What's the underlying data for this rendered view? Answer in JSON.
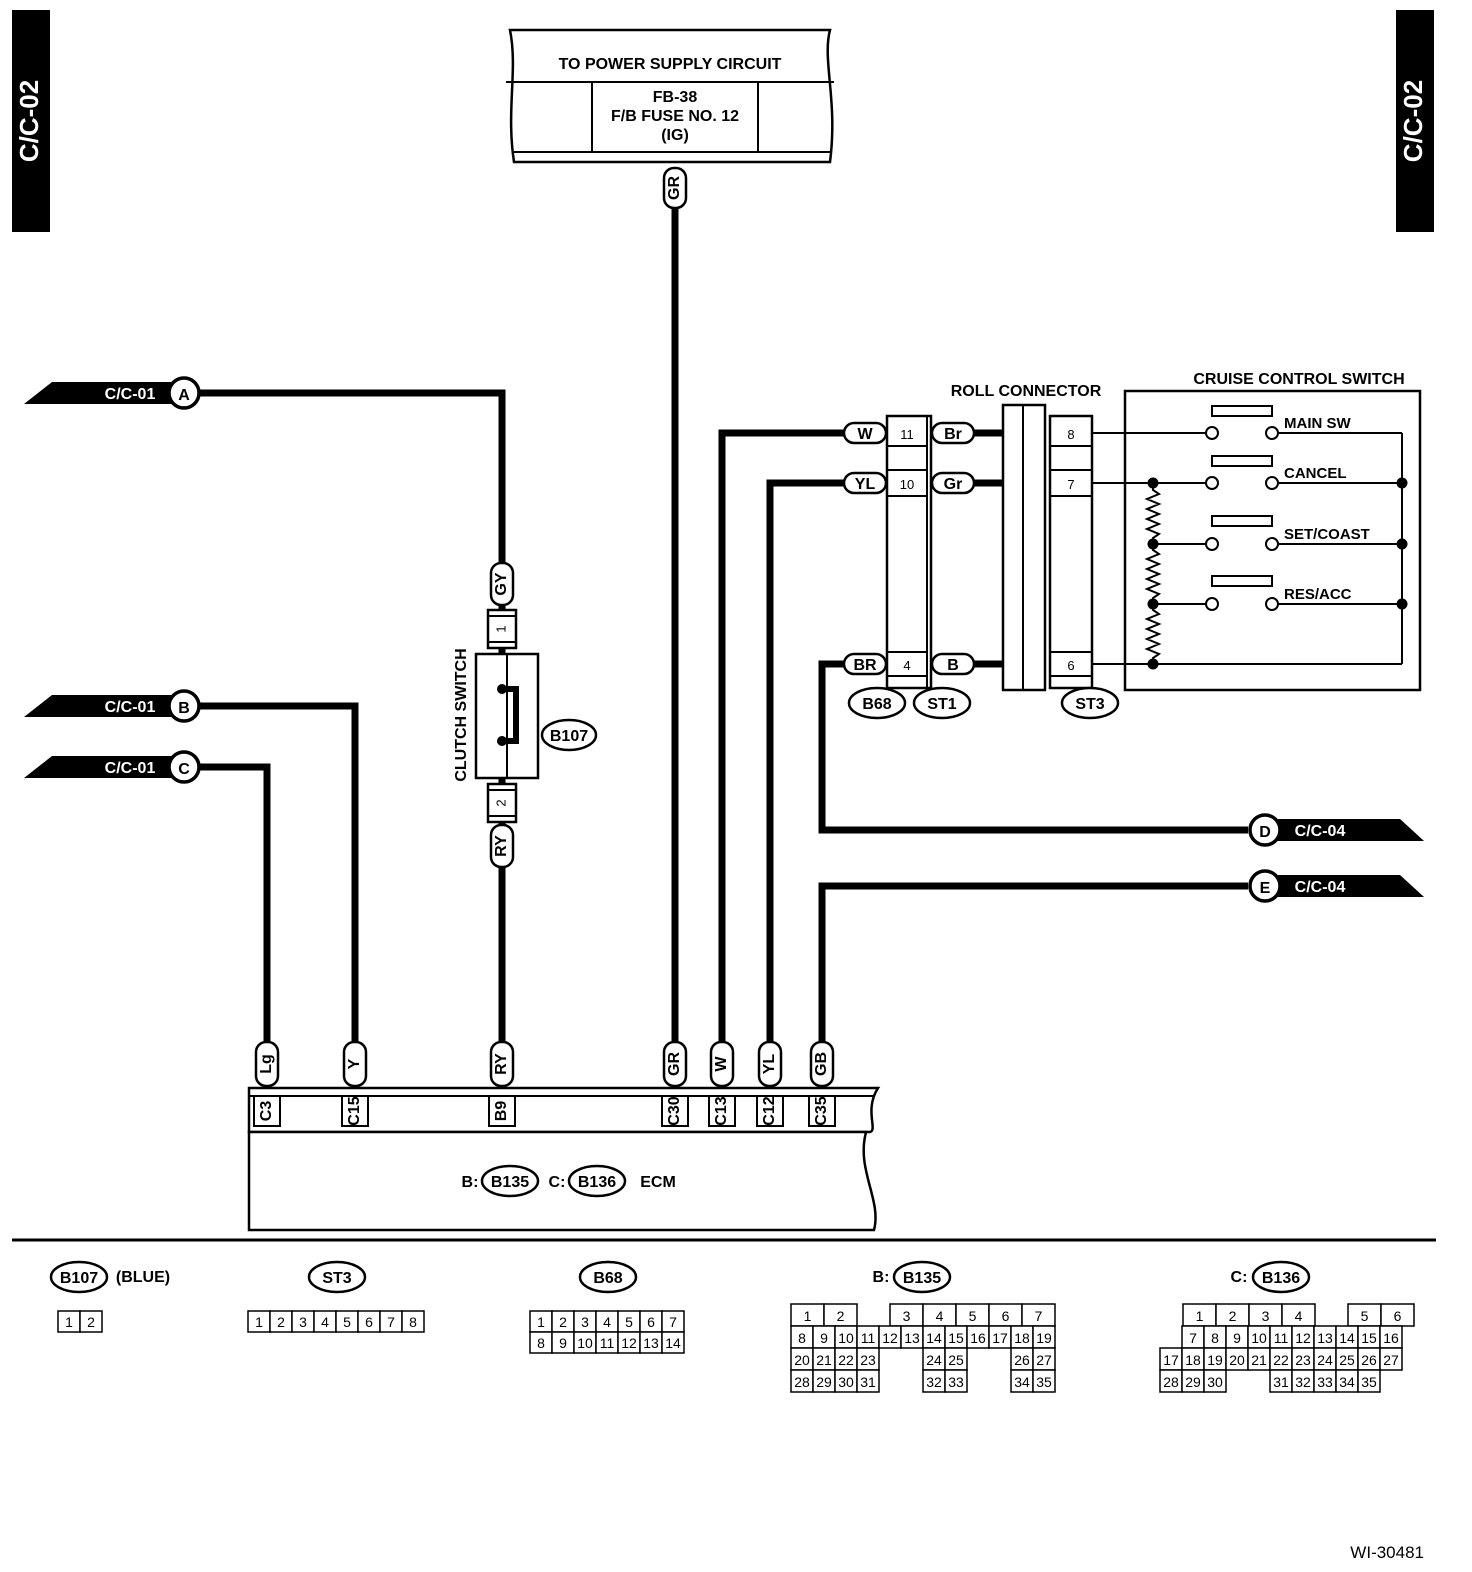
{
  "page_code_left": "C/C-02",
  "page_code_right": "C/C-02",
  "power": {
    "title": "TO POWER SUPPLY CIRCUIT",
    "line1": "FB-38",
    "line2": "F/B FUSE NO. 12",
    "line3": "(IG)",
    "wire": "GR"
  },
  "refs": {
    "A": {
      "letter": "A",
      "code": "C/C-01"
    },
    "B": {
      "letter": "B",
      "code": "C/C-01"
    },
    "C": {
      "letter": "C",
      "code": "C/C-01"
    },
    "D": {
      "letter": "D",
      "code": "C/C-04"
    },
    "E": {
      "letter": "E",
      "code": "C/C-04"
    }
  },
  "clutch": {
    "title": "CLUTCH SWITCH",
    "connector": "B107",
    "top_wire": "GY",
    "top_pin": "1",
    "bottom_pin": "2",
    "bottom_wire": "RY"
  },
  "roll": {
    "title": "ROLL CONNECTOR",
    "b68_wires": [
      "W",
      "YL",
      "BR"
    ],
    "b68_pins": [
      "11",
      "10",
      "4"
    ],
    "st1_wires": [
      "Br",
      "Gr",
      "B"
    ],
    "st3_pins": [
      "8",
      "7",
      "6"
    ],
    "conn_b68": "B68",
    "conn_st1": "ST1",
    "conn_st3": "ST3"
  },
  "cruise": {
    "title": "CRUISE CONTROL SWITCH",
    "switches": [
      "MAIN SW",
      "CANCEL",
      "SET/COAST",
      "RES/ACC"
    ]
  },
  "ecm": {
    "wires": [
      "Lg",
      "Y",
      "RY",
      "GR",
      "W",
      "YL",
      "GB"
    ],
    "pins": [
      "C3",
      "C15",
      "B9",
      "C30",
      "C13",
      "C12",
      "C35"
    ],
    "label_b": "B:",
    "conn_b": "B135",
    "label_c": "C:",
    "conn_c": "B136",
    "name": "ECM"
  },
  "legend": {
    "b107": {
      "name": "B107",
      "note": "(BLUE)",
      "pins": [
        "1",
        "2"
      ]
    },
    "st3": {
      "name": "ST3",
      "pins": [
        "1",
        "2",
        "3",
        "4",
        "5",
        "6",
        "7",
        "8"
      ]
    },
    "b68": {
      "name": "B68",
      "rows": [
        [
          "1",
          "2",
          "3",
          "4",
          "5",
          "6",
          "7"
        ],
        [
          "8",
          "9",
          "10",
          "11",
          "12",
          "13",
          "14"
        ]
      ]
    },
    "b135": {
      "prefix": "B:",
      "name": "B135",
      "rows": [
        [
          "1",
          "2",
          "",
          "3",
          "4",
          "5",
          "6",
          "7"
        ],
        [
          "8",
          "9",
          "10",
          "11",
          "12",
          "13",
          "14",
          "15",
          "16",
          "17",
          "18",
          "19"
        ],
        [
          "20",
          "21",
          "22",
          "23",
          "",
          "",
          "24",
          "25",
          "",
          "",
          "26",
          "27"
        ],
        [
          "28",
          "29",
          "30",
          "31",
          "",
          "",
          "32",
          "33",
          "",
          "",
          "34",
          "35"
        ]
      ]
    },
    "b136": {
      "prefix": "C:",
      "name": "B136",
      "rows": [
        [
          "",
          "1",
          "2",
          "3",
          "4",
          "",
          "5",
          "6"
        ],
        [
          "",
          "7",
          "8",
          "9",
          "10",
          "11",
          "12",
          "13",
          "14",
          "15",
          "16"
        ],
        [
          "17",
          "18",
          "19",
          "20",
          "21",
          "22",
          "23",
          "24",
          "25",
          "26",
          "27"
        ],
        [
          "28",
          "29",
          "30",
          "",
          "",
          "31",
          "32",
          "33",
          "34",
          "35"
        ]
      ]
    }
  },
  "figure_id": "WI-30481"
}
